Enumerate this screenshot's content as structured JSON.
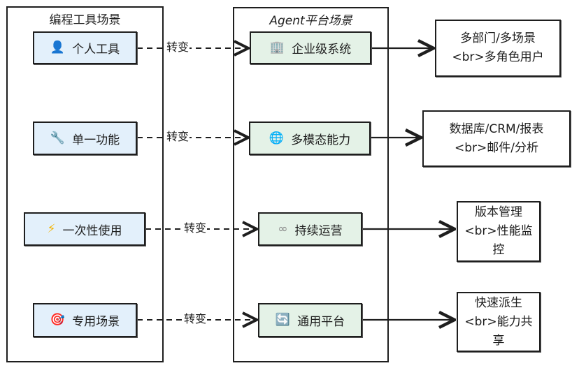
{
  "groups": {
    "left": {
      "title": "编程工具场景"
    },
    "middle": {
      "title": "Agent平台场景"
    }
  },
  "rows": [
    {
      "source": {
        "icon": "👤",
        "icon_name": "user-icon",
        "label": "个人工具"
      },
      "edge_label": "转变",
      "target": {
        "icon": "🏢",
        "icon_name": "office-building-icon",
        "label": "企业级系统"
      },
      "detail": {
        "line1": "多部门/多场景",
        "line2": "<br>多角色用户",
        "line3": ""
      }
    },
    {
      "source": {
        "icon": "🔧",
        "icon_name": "wrench-icon",
        "label": "单一功能"
      },
      "edge_label": "转变",
      "target": {
        "icon": "🌐",
        "icon_name": "globe-icon",
        "label": "多模态能力"
      },
      "detail": {
        "line1": "数据库/CRM/报表",
        "line2": "<br>邮件/分析",
        "line3": ""
      }
    },
    {
      "source": {
        "icon": "⚡",
        "icon_name": "lightning-icon",
        "label": "一次性使用"
      },
      "edge_label": "转变",
      "target": {
        "icon": "∞",
        "icon_name": "infinity-icon",
        "label": "持续运营"
      },
      "detail": {
        "line1": "版本管理",
        "line2": "<br>性能监",
        "line3": "控"
      }
    },
    {
      "source": {
        "icon": "🎯",
        "icon_name": "target-icon",
        "label": "专用场景"
      },
      "edge_label": "转变",
      "target": {
        "icon": "🔄",
        "icon_name": "refresh-icon",
        "label": "通用平台"
      },
      "detail": {
        "line1": "快速派生",
        "line2": "<br>能力共",
        "line3": "享"
      }
    }
  ],
  "colors": {
    "stroke": "#1e1e1e",
    "source_fill": "#e3f0fb",
    "target_fill": "#e4f2e7",
    "detail_fill": "#ffffff"
  }
}
